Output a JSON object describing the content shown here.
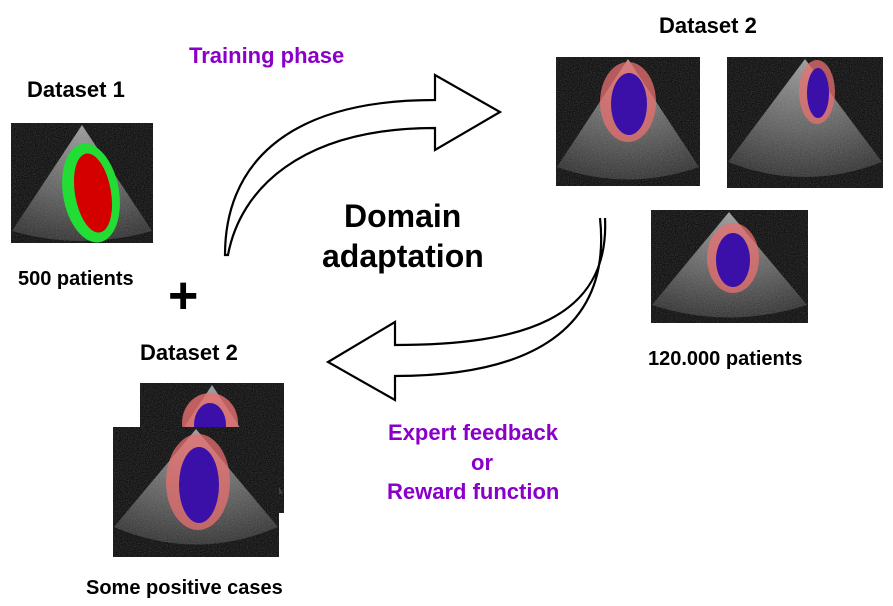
{
  "top_left": {
    "title": "Dataset 1",
    "count": "500 patients"
  },
  "plus_sign": "+",
  "bottom_left": {
    "title": "Dataset 2",
    "caption": "Some positive cases"
  },
  "top_right": {
    "title": "Dataset 2",
    "count": "120.000 patients"
  },
  "center": {
    "line1": "Domain",
    "line2": "adaptation"
  },
  "training_phase": "Training phase",
  "feedback": {
    "line1": "Expert feedback",
    "line2": "or",
    "line3": "Reward function"
  },
  "colors": {
    "accent_purple": "#8b00c8",
    "myocardium_green": "#22dd33",
    "cavity_red": "#d40000",
    "overlay_pink": "#e87070",
    "cavity_blue": "#3a10a8"
  }
}
